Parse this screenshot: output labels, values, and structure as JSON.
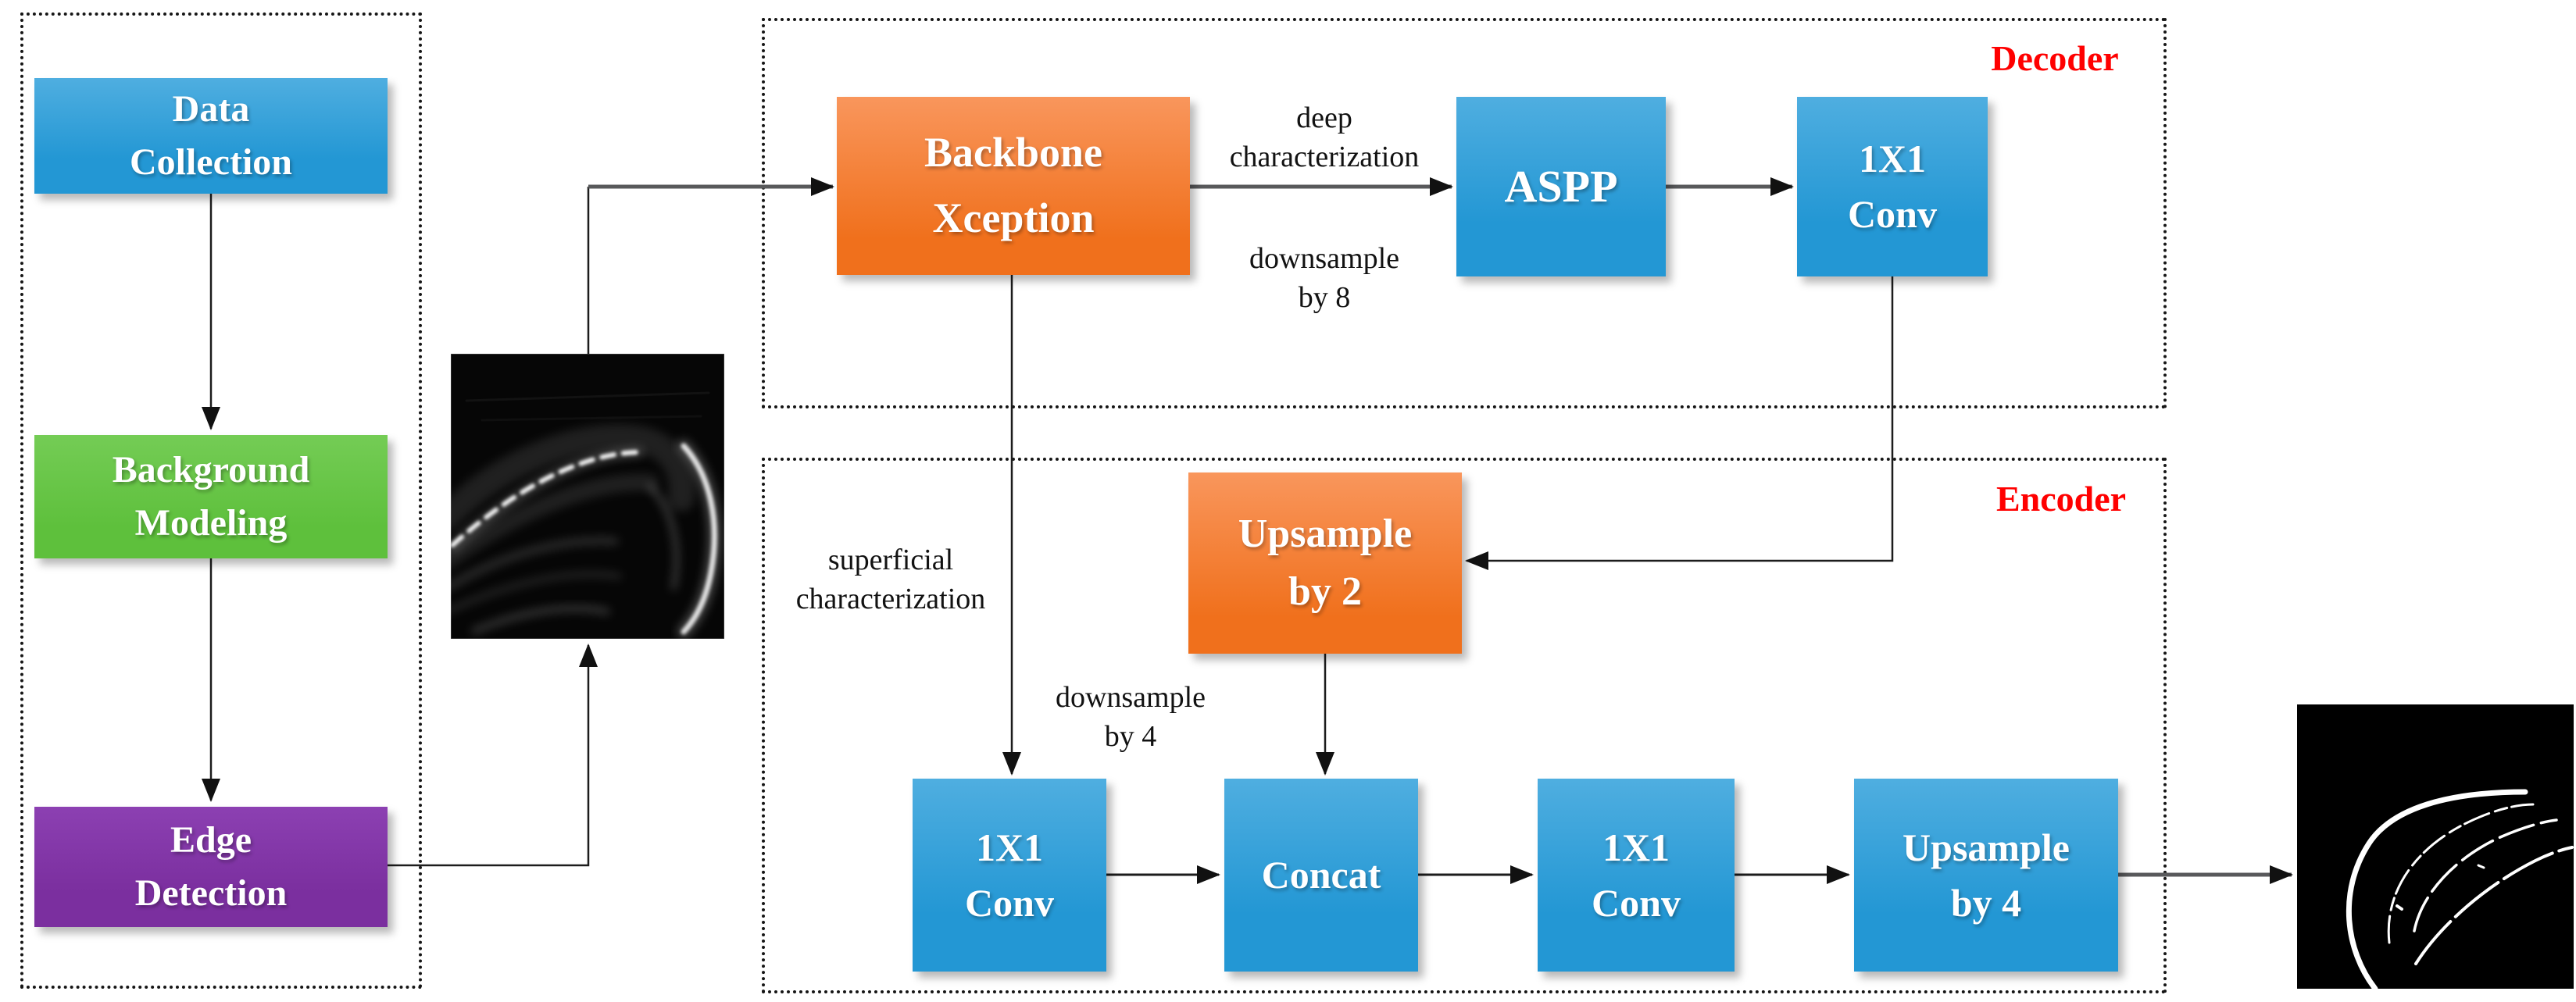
{
  "preprocess": {
    "data_collection": "Data\nCollection",
    "background_modeling": "Background\nModeling",
    "edge_detection": "Edge\nDetection"
  },
  "decoder": {
    "region_label": "Decoder",
    "backbone": "Backbone\nXception",
    "aspp": "ASPP",
    "conv1x1": "1X1\nConv",
    "deep_characterization": "deep\ncharacterization",
    "downsample_by_8": "downsample\nby 8"
  },
  "encoder": {
    "region_label": "Encoder",
    "upsample_by_2": "Upsample\nby 2",
    "conv1x1_skip": "1X1\nConv",
    "concat": "Concat",
    "conv1x1_post": "1X1\nConv",
    "upsample_by_4": "Upsample\nby 4",
    "superficial_characterization": "superficial\ncharacterization",
    "downsample_by_4": "downsample\nby 4"
  },
  "images": {
    "input": "sonar-lane-input-image",
    "output": "edge-mask-output-image"
  },
  "colors": {
    "blue": "#2397D4",
    "blue_light": "#4FAEE0",
    "green": "#5EC03C",
    "green_light": "#74CC55",
    "purple": "#7B2F9F",
    "purple_light": "#8C40B2",
    "orange": "#F0701C",
    "orange_light": "#F9965C",
    "region_label_red": "#FF0000",
    "connector_gray": "#58595B",
    "connector_black": "#1C1C1C"
  }
}
